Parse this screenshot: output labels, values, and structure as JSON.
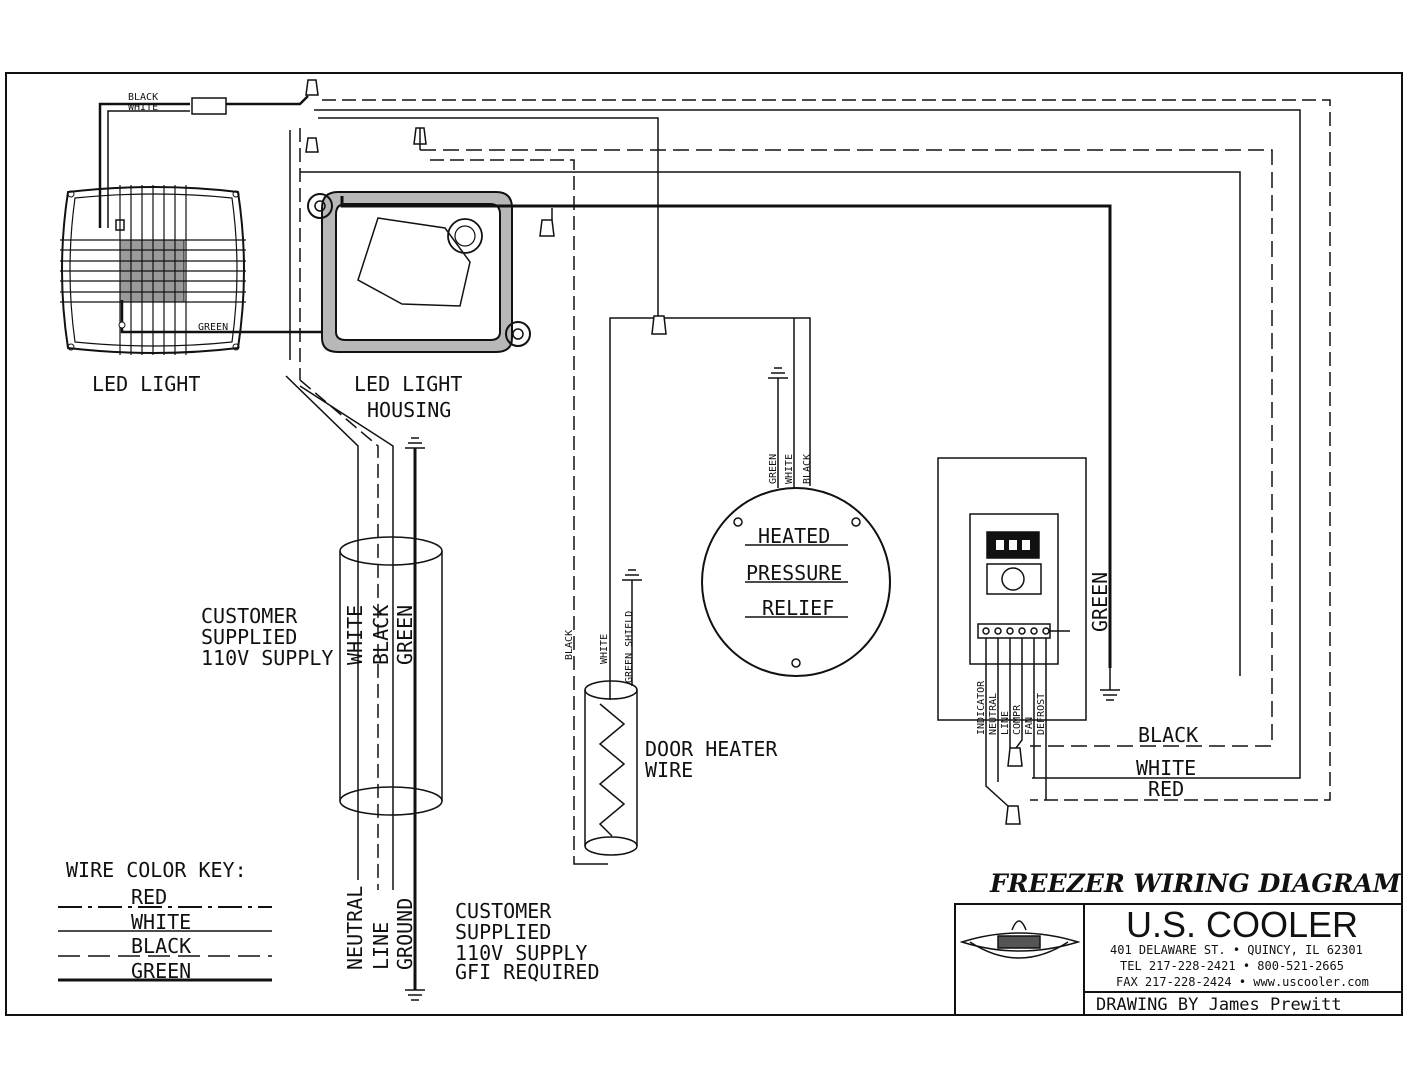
{
  "components": {
    "led_light": "LED LIGHT",
    "led_housing_line1": "LED LIGHT",
    "led_housing_line2": "HOUSING",
    "customer_supply": [
      "CUSTOMER",
      "SUPPLIED",
      "110V SUPPLY"
    ],
    "cable_labels": [
      "WHITE",
      "BLACK",
      "GREEN"
    ],
    "main_supply_labels": [
      "NEUTRAL",
      "LINE",
      "GROUND"
    ],
    "gfi_supply": [
      "CUSTOMER",
      "SUPPLIED",
      "110V SUPPLY",
      "GFI REQUIRED"
    ],
    "door_heater": [
      "DOOR HEATER",
      "WIRE"
    ],
    "door_heater_wires": [
      "BLACK",
      "WHITE",
      "GREEN SHIELD"
    ],
    "pressure_relief": [
      "HEATED",
      "PRESSURE",
      "RELIEF"
    ],
    "pressure_relief_wires": [
      "GREEN",
      "WHITE",
      "BLACK"
    ],
    "led_light_top_wires": [
      "BLACK",
      "WHITE"
    ],
    "led_light_green": "GREEN",
    "controller_green": "GREEN",
    "controller_terminals": [
      "INDICATOR",
      "NEUTRAL",
      "LINE",
      "COMPR",
      "FAN",
      "DEFROST"
    ],
    "right_bus_labels": [
      "BLACK",
      "WHITE",
      "RED"
    ]
  },
  "wire_key": {
    "title": "WIRE COLOR KEY:",
    "entries": [
      "RED",
      "WHITE",
      "BLACK",
      "GREEN"
    ]
  },
  "title_block": {
    "diagram_title": "FREEZER WIRING DIAGRAM",
    "company": "U.S. COOLER",
    "address": "401 DELAWARE ST. • QUINCY, IL 62301",
    "tel": "TEL 217-228-2421 • 800-521-2665",
    "fax": "FAX 217-228-2424 • www.uscooler.com",
    "drawn_by": "DRAWING BY James Prewitt"
  }
}
